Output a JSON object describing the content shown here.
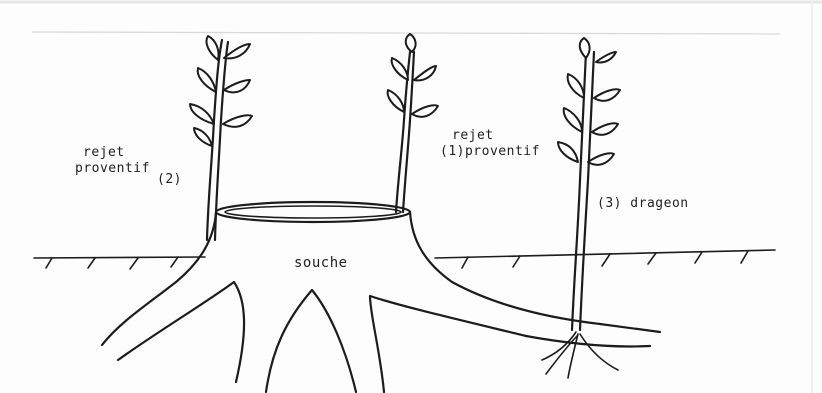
{
  "diagram": {
    "ink_color": "#1c1c1c",
    "paper_color": "#fdfdfd",
    "labels": {
      "souche": "souche",
      "rejet_proventif_left_line1": "rejet",
      "rejet_proventif_left_line2": "proventif",
      "rejet_proventif_left_number": "(2)",
      "rejet_proventif_right_line1": "rejet",
      "rejet_proventif_right_line2": "(1)proventif",
      "drageon": "(3) drageon"
    }
  }
}
